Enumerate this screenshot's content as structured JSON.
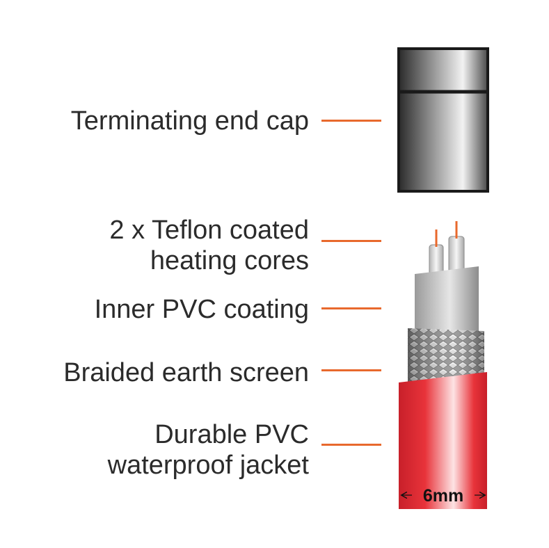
{
  "labels": {
    "end_cap": "Terminating end cap",
    "cores_line1": "2 x Teflon coated",
    "cores_line2": "heating cores",
    "inner_coating": "Inner PVC coating",
    "braid": "Braided earth screen",
    "jacket_line1": "Durable PVC",
    "jacket_line2": "waterproof jacket"
  },
  "dimension": "6mm",
  "colors": {
    "leader": "#e8692d",
    "jacket": "#e8333a",
    "wire_core": "#e8692d",
    "text": "#2b2b2b"
  }
}
